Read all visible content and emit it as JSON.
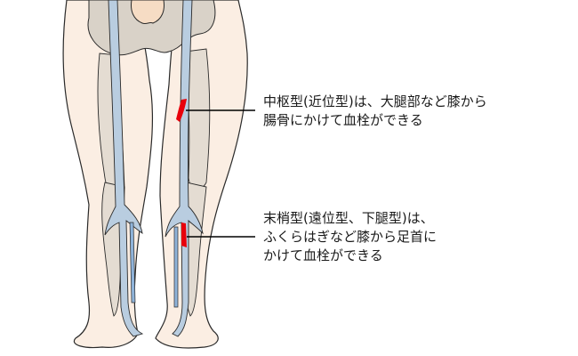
{
  "diagram": {
    "subject": "Deep vein thrombosis types in the legs (front view)",
    "colors": {
      "skin": "#fbeee3",
      "bone": "#d9d2c8",
      "muscle_shadow": "#e4dcd2",
      "vein": "#b9cde0",
      "vein_dark": "#8fb3d9",
      "thrombus": "#e8000b",
      "outline": "#2a2a2a",
      "leader_line": "#000000",
      "pelvis_center": "#f6dcc4"
    },
    "annotations": [
      {
        "id": "central",
        "lines": [
          "中枢型(近位型)は、大腿部など膝から",
          "腸骨にかけて血栓ができる"
        ]
      },
      {
        "id": "peripheral",
        "lines": [
          "末梢型(遠位型、下腿型)は、",
          "ふくらはぎなど膝から足首に",
          "かけて血栓ができる"
        ]
      }
    ]
  }
}
